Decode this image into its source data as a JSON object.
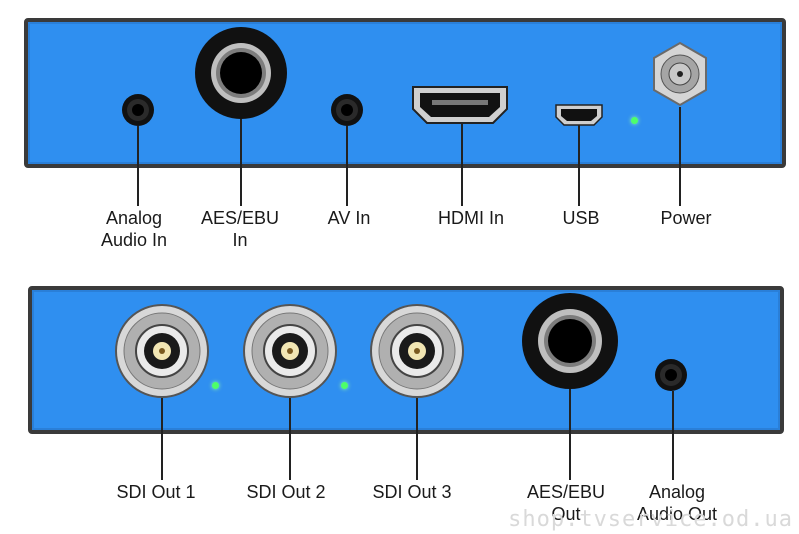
{
  "top_ports": [
    {
      "id": "analog-audio-in",
      "lines": [
        "Analog",
        "Audio In"
      ]
    },
    {
      "id": "aes-ebu-in",
      "lines": [
        "AES/EBU",
        "In"
      ]
    },
    {
      "id": "av-in",
      "lines": [
        "AV In"
      ]
    },
    {
      "id": "hdmi-in",
      "lines": [
        "HDMI In"
      ]
    },
    {
      "id": "usb",
      "lines": [
        "USB"
      ]
    },
    {
      "id": "power",
      "lines": [
        "Power"
      ]
    }
  ],
  "bottom_ports": [
    {
      "id": "sdi-out-1",
      "lines": [
        "SDI Out 1"
      ]
    },
    {
      "id": "sdi-out-2",
      "lines": [
        "SDI Out 2"
      ]
    },
    {
      "id": "sdi-out-3",
      "lines": [
        "SDI Out 3"
      ]
    },
    {
      "id": "aes-ebu-out",
      "lines": [
        "AES/EBU",
        "Out"
      ]
    },
    {
      "id": "analog-audio-out",
      "lines": [
        "Analog",
        "Audio Out"
      ]
    }
  ],
  "watermark": "shop.tvservice.od.ua",
  "colors": {
    "panel": "#2f8ff0",
    "border": "#3a3a3a",
    "led": "#4dff6a"
  }
}
